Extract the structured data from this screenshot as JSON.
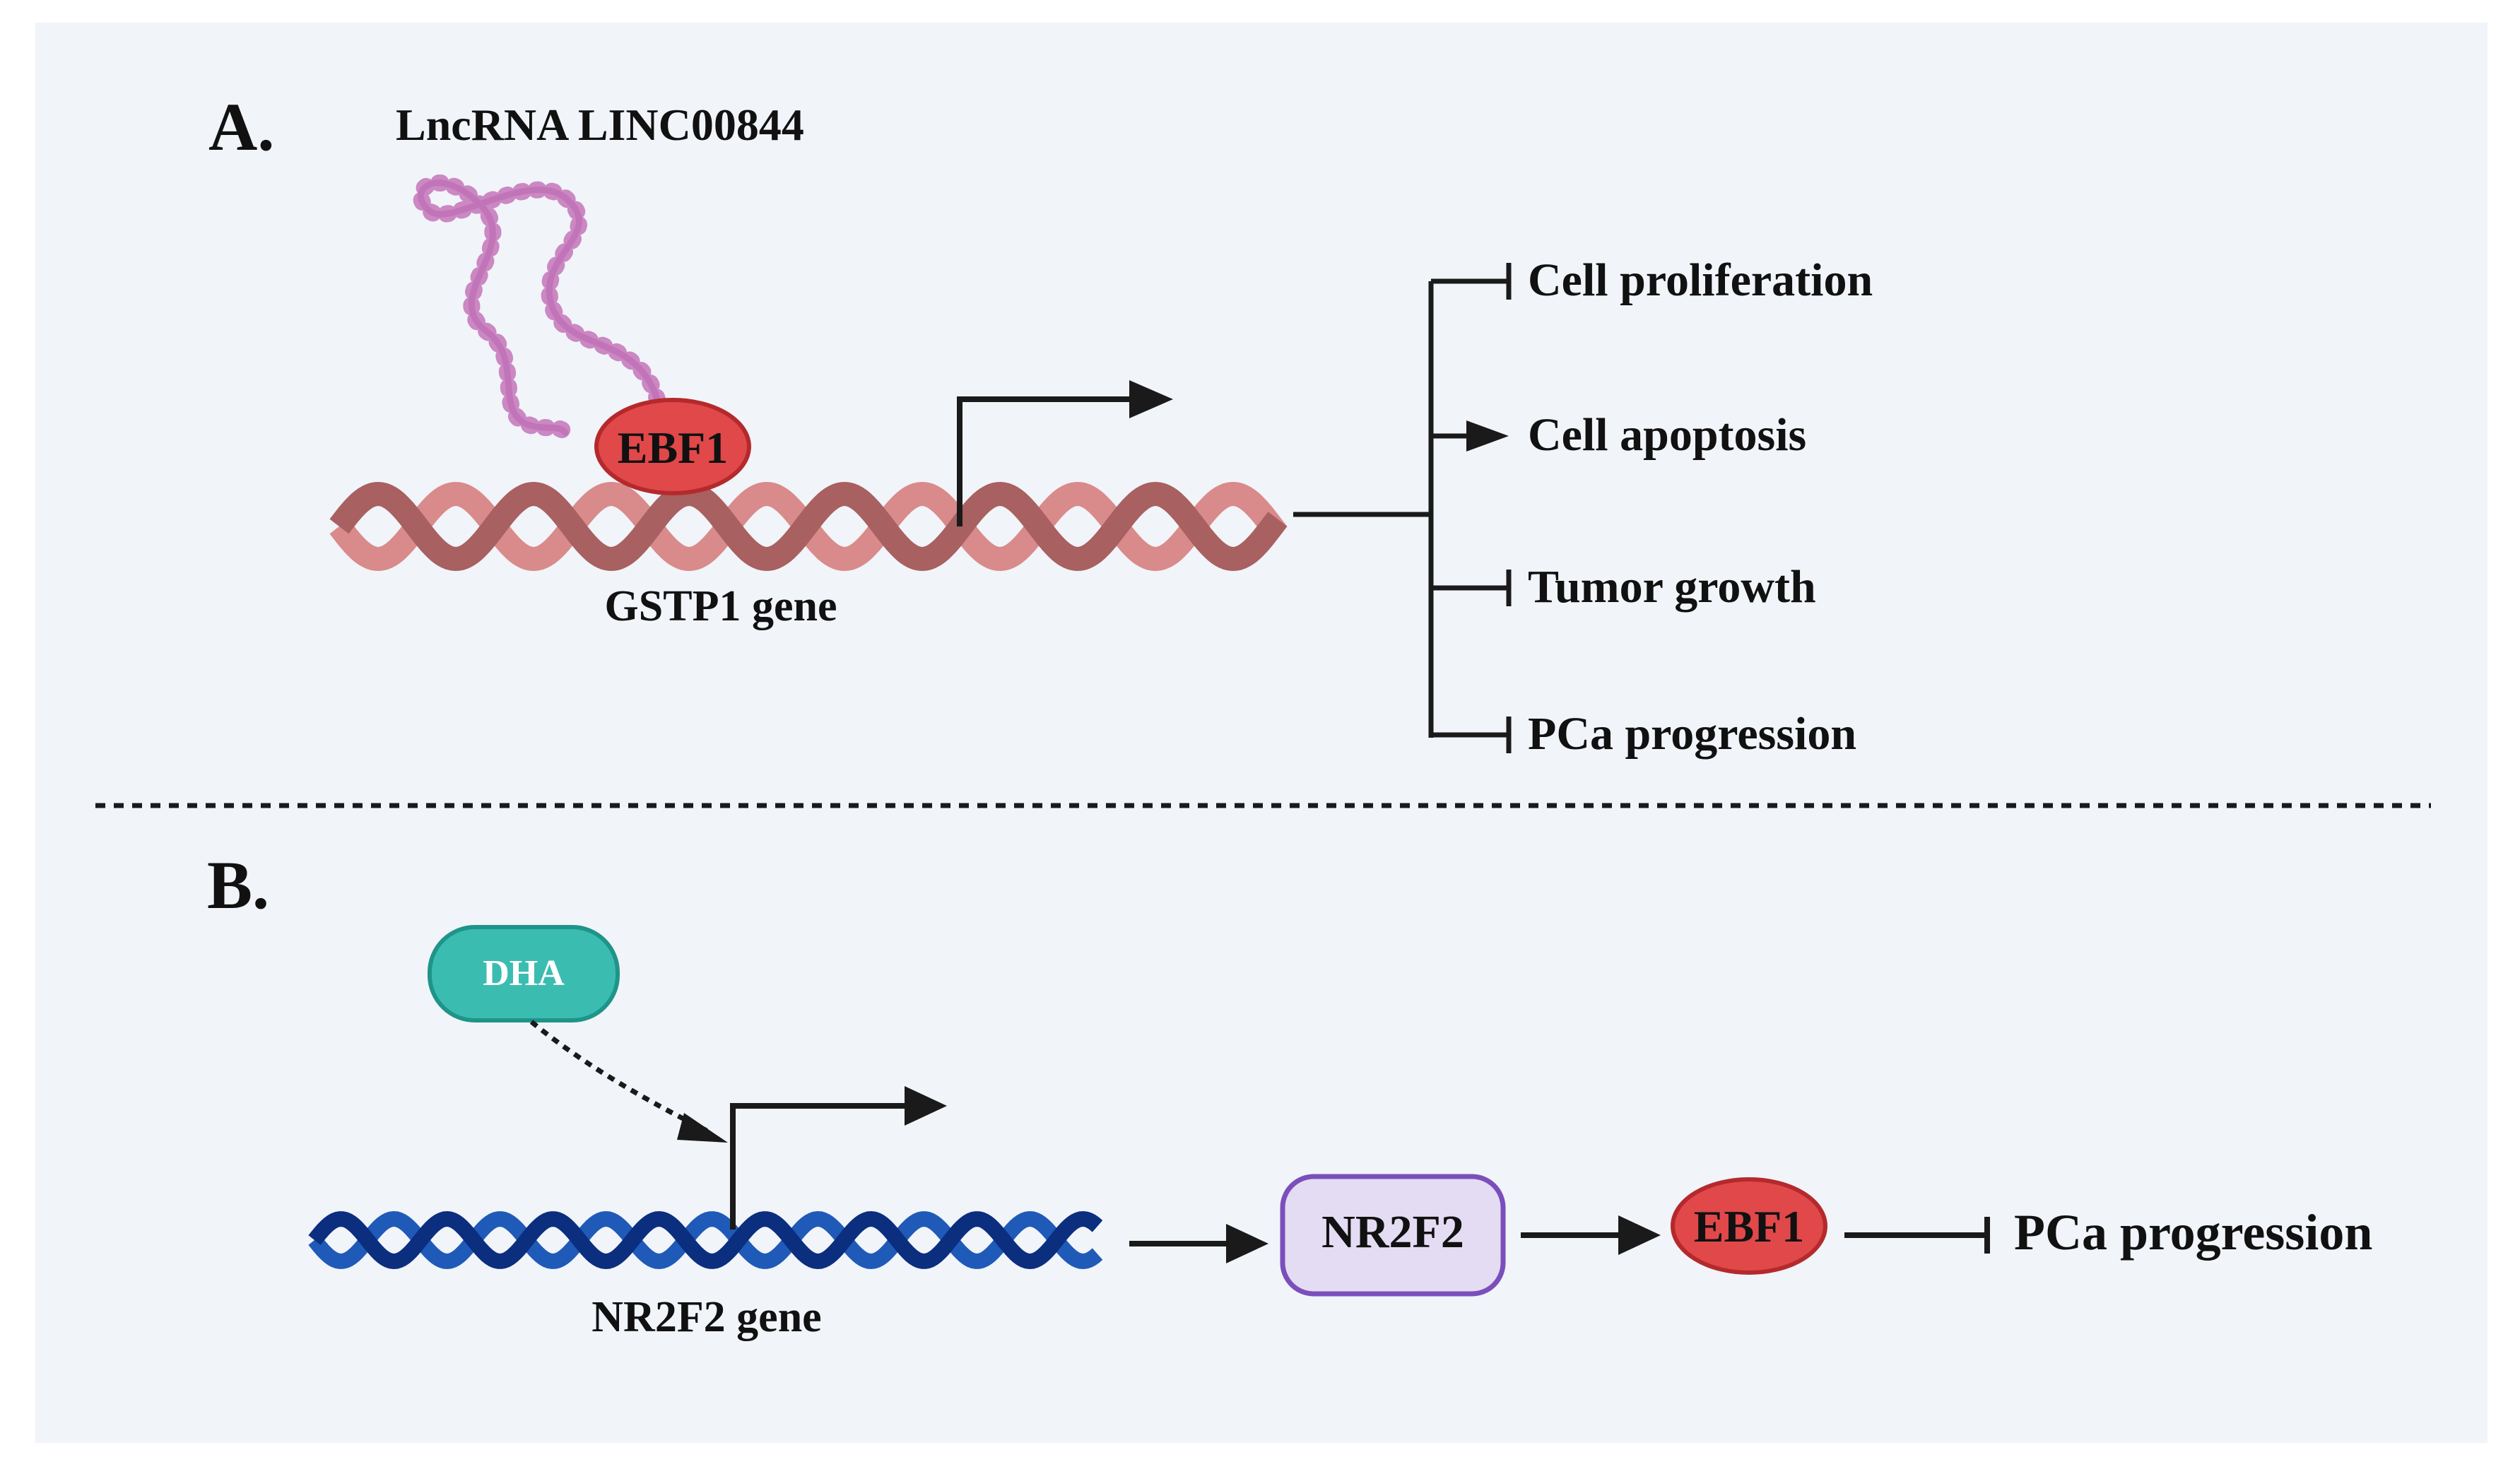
{
  "panel_a": {
    "letter": "A.",
    "lncrna_label": "LncRNA LINC00844",
    "ebf1_label": "EBF1",
    "gene_label": "GSTP1 gene",
    "outcomes": [
      {
        "label": "Cell proliferation",
        "effect": "inhibit"
      },
      {
        "label": "Cell apoptosis",
        "effect": "promote"
      },
      {
        "label": "Tumor growth",
        "effect": "inhibit"
      },
      {
        "label": "PCa progression",
        "effect": "inhibit"
      }
    ]
  },
  "panel_b": {
    "letter": "B.",
    "dha_label": "DHA",
    "gene_label": "NR2F2 gene",
    "nr2f2_label": "NR2F2",
    "ebf1_label": "EBF1",
    "outcome_label": "PCa progression",
    "outcome_effect": "inhibit"
  },
  "colors": {
    "background": "#f1f4f9",
    "ebf1_fill": "#e0484a",
    "ebf1_stroke": "#b42a2c",
    "rna": "#9a2a8c",
    "dna_a_light": "#d98a8a",
    "dna_a_dark": "#a86060",
    "dna_b_dark": "#0c2e7e",
    "dna_b_light": "#1f5ab8",
    "dha_fill": "#3bbcb0",
    "dha_stroke": "#1f9488",
    "nr2f2_fill": "#e4dcf3",
    "nr2f2_stroke": "#7a4fbb",
    "arrow": "#1a1a1a"
  }
}
